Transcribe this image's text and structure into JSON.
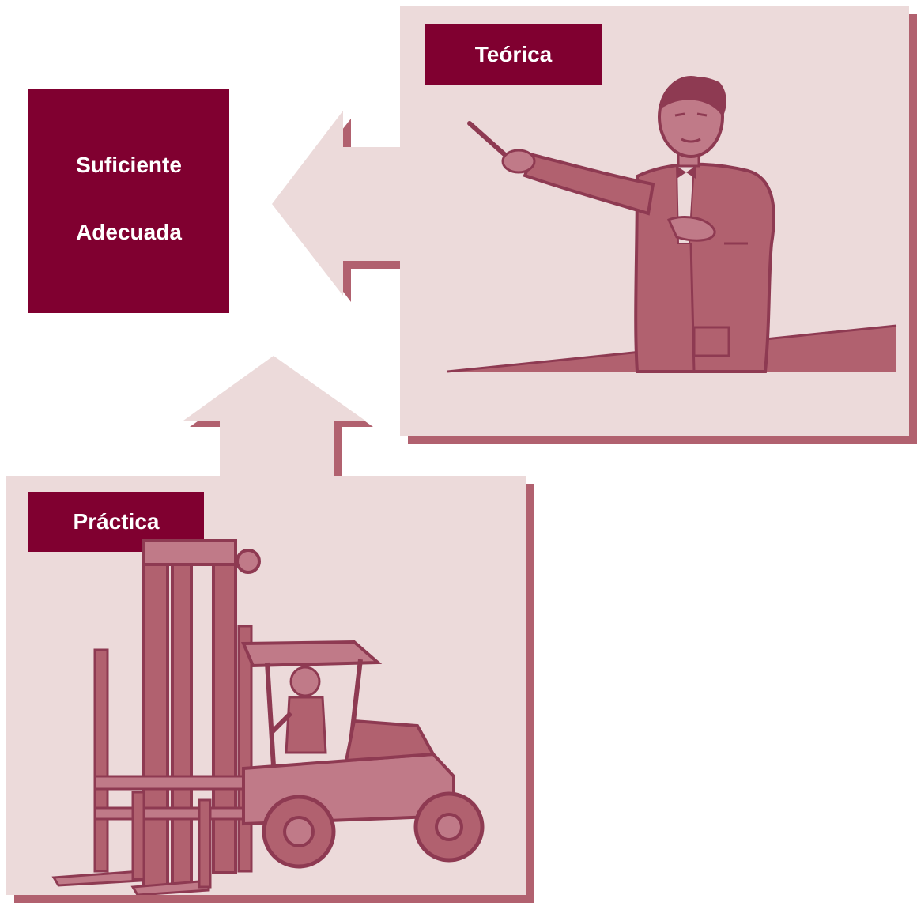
{
  "diagram": {
    "result": {
      "line1": "Suficiente",
      "line2": "Adecuada"
    },
    "theory": {
      "label": "Teórica",
      "illustration": "teacher-with-pointer-icon"
    },
    "practice": {
      "label": "Práctica",
      "illustration": "forklift-operator-icon"
    },
    "colors": {
      "accent": "#800030",
      "panel": "#ECDADA",
      "shadow": "#B1616F",
      "illustration": "#8E3A52",
      "illustration_light": "#C07A88"
    }
  }
}
